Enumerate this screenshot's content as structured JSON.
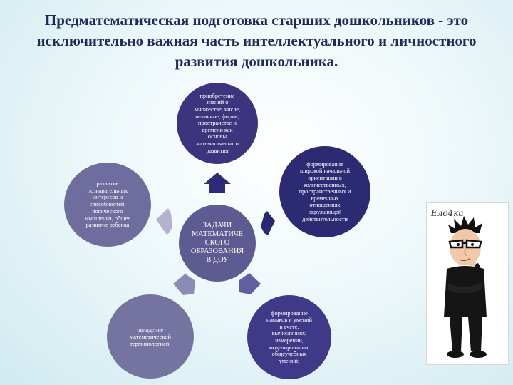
{
  "title": "Предматематическая подготовка старших дошкольников - это исключительно важная часть интеллектуального и личностного развития дошкольника.",
  "center": "ЗАДАЧИ\nМАТЕМАТИЧЕ\nСКОГО\nОБРАЗОВАНИЯ\nВ ДОУ",
  "nodes": {
    "top": "приобретение\nзнаний о\nмножестве, числе,\nвеличине, форме,\nпространстве и\nвремени как\nосновы\nматематического\nразвития",
    "right": "формирование\nшироко­й начальной\nориентации в\nколичественных,\nпространственных и\nвременных\nотношениях\nокружающей\nдействительности",
    "left": "развитие\nпознавательных\nинтересов и\nспособностей,\nлогического\nмышления, общее\nразвитие ребенка",
    "bottom_left": "овладение\nматематической\nтерминологией;",
    "bottom_right": "формирование\nнавыков и умений\nв счете,\nвычислениях,\nизмерении,\nмоделировании,\nобщеучебных\nумений;"
  },
  "colors": {
    "title": "#1f2a5c",
    "center": "#5e5a92",
    "top": "#3c357e",
    "right": "#2b2a72",
    "left": "#6f6c9e",
    "bottom_left": "#75739f",
    "bottom_right": "#3f3988"
  },
  "character": {
    "caption": "Ело4ка",
    "icon": "thinking-cartoon-man-image"
  }
}
